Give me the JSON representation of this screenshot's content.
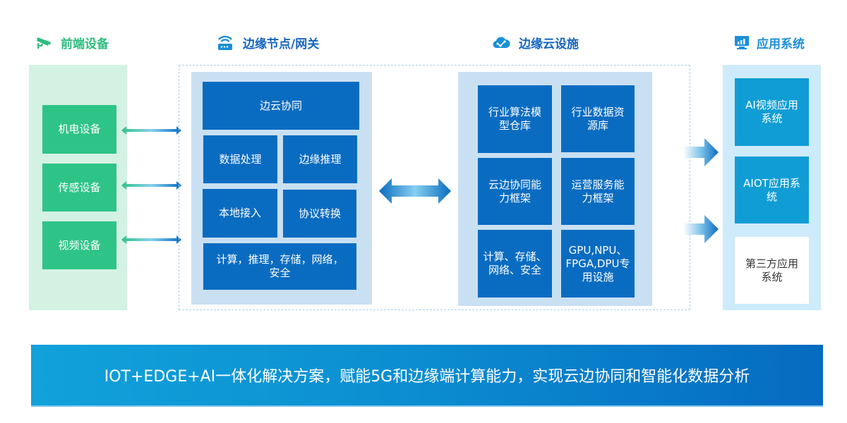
{
  "headers": {
    "front_devices": {
      "label": "前端设备",
      "icon": "camera-icon",
      "color": "#2dbd7e"
    },
    "edge_gateway": {
      "label": "边缘节点/网关",
      "icon": "router-icon",
      "color": "#1565c0"
    },
    "edge_cloud": {
      "label": "边缘云设施",
      "icon": "cloud-share-icon",
      "color": "#1565c0"
    },
    "applications": {
      "label": "应用系统",
      "icon": "monitor-chart-icon",
      "color": "#1a8fd8"
    }
  },
  "front_devices": {
    "items": [
      {
        "label": "机电设备"
      },
      {
        "label": "传感设备"
      },
      {
        "label": "视频设备"
      }
    ]
  },
  "edge_gateway": {
    "top": "边云协同",
    "grid": [
      {
        "label": "数据处理"
      },
      {
        "label": "边缘推理"
      },
      {
        "label": "本地接入"
      },
      {
        "label": "协议转换"
      }
    ],
    "bottom": "计算，推理，存储，网络，安全"
  },
  "edge_cloud": {
    "items": [
      {
        "label": "行业算法模型仓库"
      },
      {
        "label": "行业数据资源库"
      },
      {
        "label": "云边协同能力框架"
      },
      {
        "label": "运营服务能力框架"
      },
      {
        "label": "计算、存储、网络、安全"
      },
      {
        "label": "GPU,NPU、FPGA,DPU专用设施"
      }
    ]
  },
  "applications": {
    "items": [
      {
        "label": "AI视频应用系统"
      },
      {
        "label": "AIOT应用系统"
      },
      {
        "label": "第三方应用系统"
      }
    ]
  },
  "banner": {
    "text": "IOT+EDGE+AI一体化解决方案，赋能5G和边缘端计算能力，实现云边协同和智能化数据分析"
  },
  "colors": {
    "green": "#2ec487",
    "green_bg": "#d3f2e4",
    "blue": "#0a6cc1",
    "blue_bg": "#c9e0f3",
    "sky": "#109dd5",
    "sky_bg": "#cdebfa"
  }
}
